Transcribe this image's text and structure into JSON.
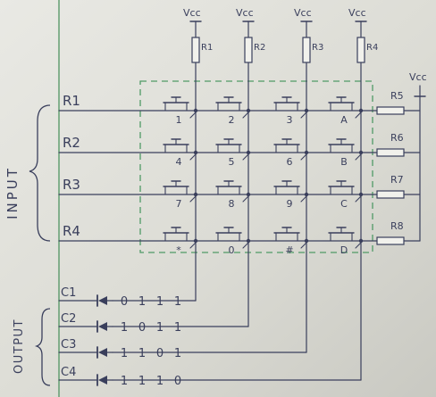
{
  "supply": {
    "label": "Vcc"
  },
  "pullups": [
    "R1",
    "R2",
    "R3",
    "R4"
  ],
  "row_resistors": [
    "R5",
    "R6",
    "R7",
    "R8"
  ],
  "rows": [
    "R1",
    "R2",
    "R3",
    "R4"
  ],
  "keys": [
    [
      "1",
      "2",
      "3",
      "A"
    ],
    [
      "4",
      "5",
      "6",
      "B"
    ],
    [
      "7",
      "8",
      "9",
      "C"
    ],
    [
      "*",
      "0",
      "#",
      "D"
    ]
  ],
  "columns": [
    "C1",
    "C2",
    "C3",
    "C4"
  ],
  "codes": [
    [
      "0",
      "1",
      "1",
      "1"
    ],
    [
      "1",
      "0",
      "1",
      "1"
    ],
    [
      "1",
      "1",
      "0",
      "1"
    ],
    [
      "1",
      "1",
      "1",
      "0"
    ]
  ],
  "group_labels": {
    "input": "INPUT",
    "output": "OUTPUT"
  }
}
